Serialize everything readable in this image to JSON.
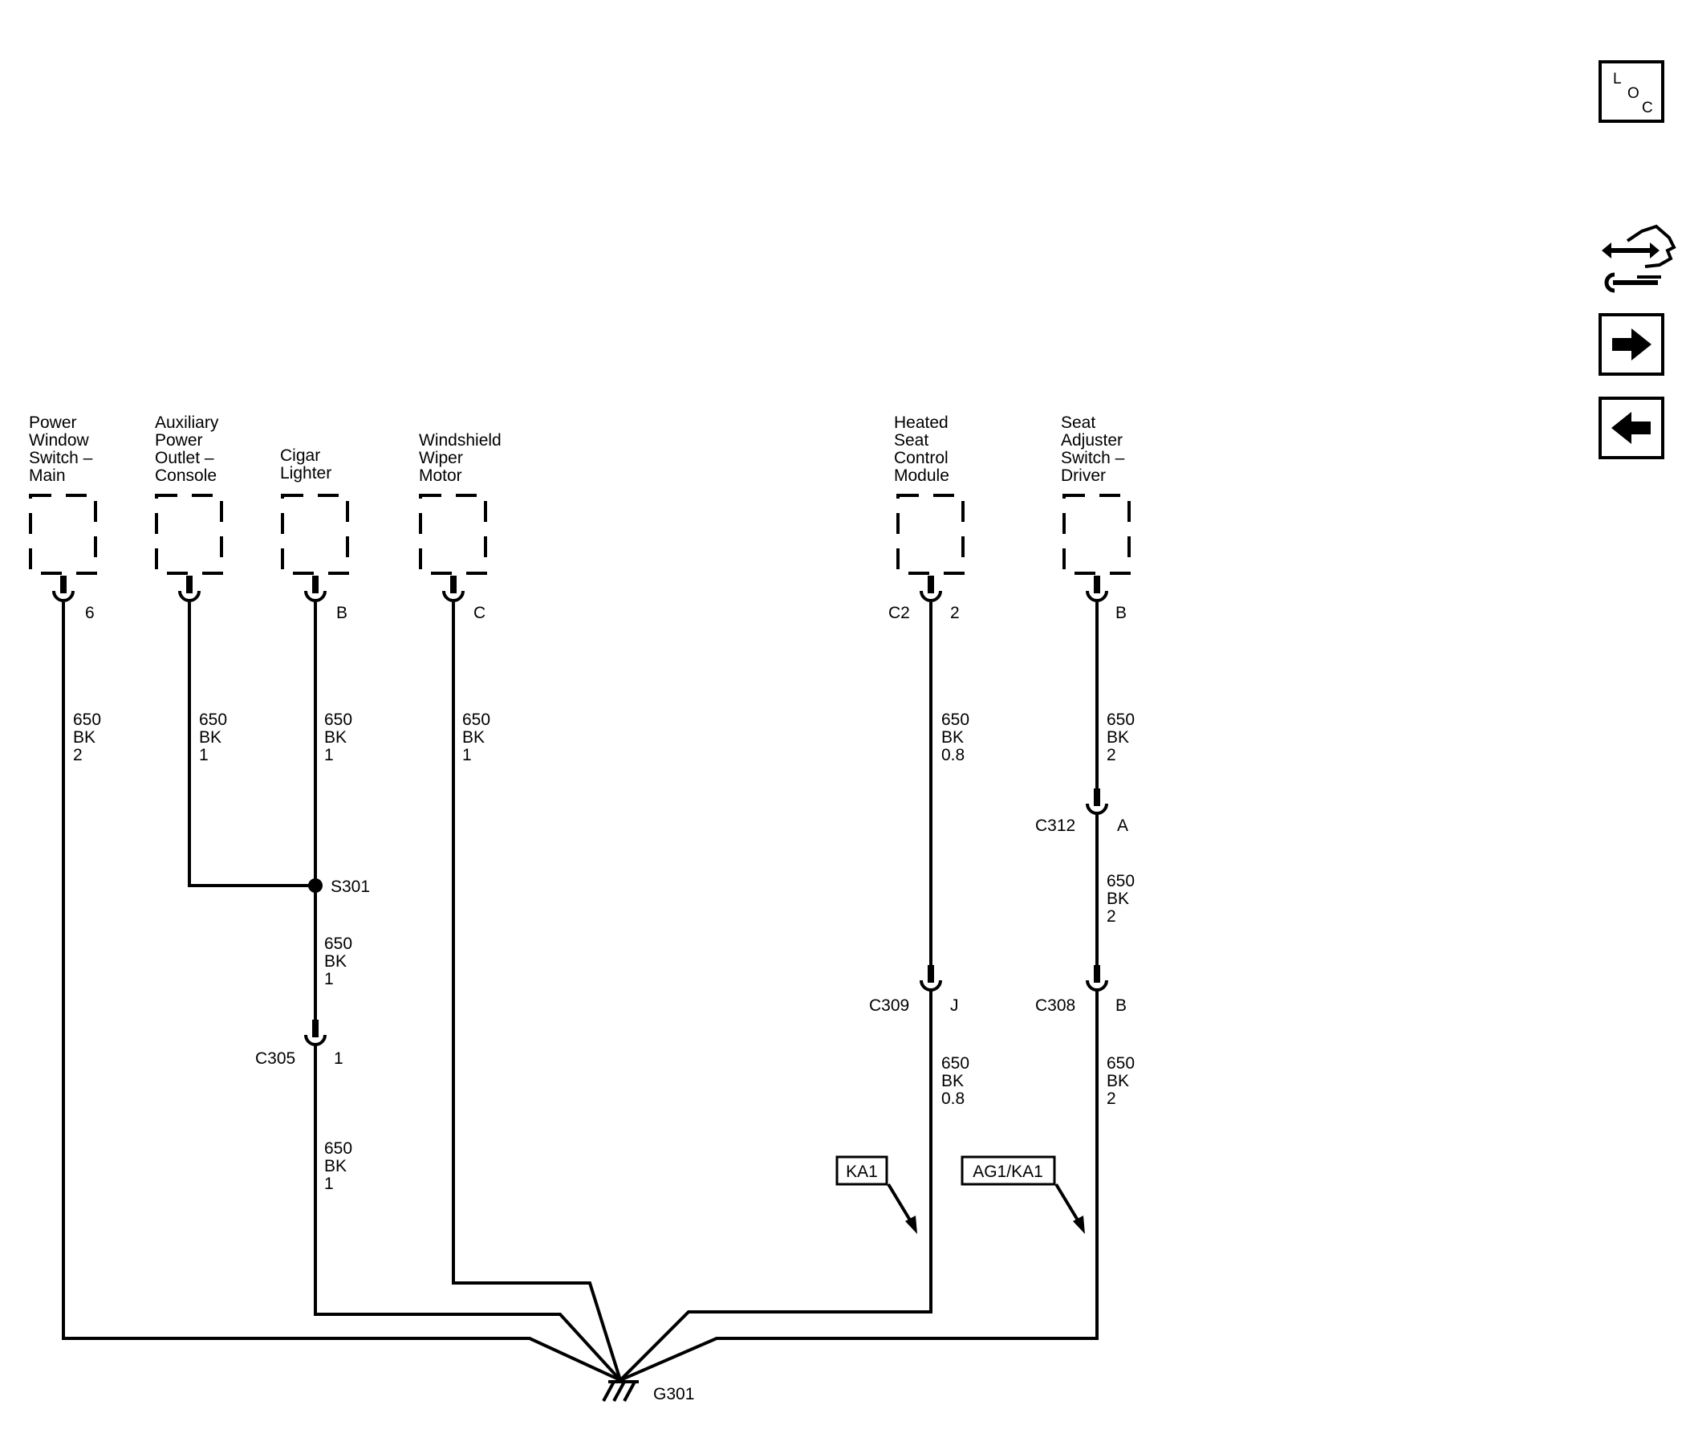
{
  "components": [
    {
      "id": "pws",
      "label": [
        "Power",
        "Window",
        "Switch –",
        "Main"
      ],
      "pin": "6"
    },
    {
      "id": "apo",
      "label": [
        "Auxiliary",
        "Power",
        "Outlet –",
        "Console"
      ],
      "pin": ""
    },
    {
      "id": "cig",
      "label": [
        "Cigar",
        "Lighter"
      ],
      "pin": "B"
    },
    {
      "id": "wwm",
      "label": [
        "Windshield",
        "Wiper",
        "Motor"
      ],
      "pin": "C"
    },
    {
      "id": "hsc",
      "label": [
        "Heated",
        "Seat",
        "Control",
        "Module"
      ],
      "connector": "C2",
      "pin": "2"
    },
    {
      "id": "sad",
      "label": [
        "Seat",
        "Adjuster",
        "Switch –",
        "Driver"
      ],
      "pin": "B"
    }
  ],
  "wire_labels": [
    {
      "id": "w1",
      "lines": [
        "650",
        "BK",
        "2"
      ]
    },
    {
      "id": "w2",
      "lines": [
        "650",
        "BK",
        "1"
      ]
    },
    {
      "id": "w3",
      "lines": [
        "650",
        "BK",
        "1"
      ]
    },
    {
      "id": "w4",
      "lines": [
        "650",
        "BK",
        "1"
      ]
    },
    {
      "id": "w5",
      "lines": [
        "650",
        "BK",
        "0.8"
      ]
    },
    {
      "id": "w6",
      "lines": [
        "650",
        "BK",
        "2"
      ]
    },
    {
      "id": "w7",
      "lines": [
        "650",
        "BK",
        "2"
      ]
    },
    {
      "id": "w8",
      "lines": [
        "650",
        "BK",
        "1"
      ]
    },
    {
      "id": "w9",
      "lines": [
        "650",
        "BK",
        "1"
      ]
    },
    {
      "id": "w10",
      "lines": [
        "650",
        "BK",
        "0.8"
      ]
    },
    {
      "id": "w11",
      "lines": [
        "650",
        "BK",
        "2"
      ]
    }
  ],
  "inline_connectors": [
    {
      "id": "c312",
      "name": "C312",
      "pin": "A"
    },
    {
      "id": "c305",
      "name": "C305",
      "pin": "1"
    },
    {
      "id": "c309",
      "name": "C309",
      "pin": "J"
    },
    {
      "id": "c308",
      "name": "C308",
      "pin": "B"
    }
  ],
  "splice": {
    "name": "S301"
  },
  "ground": {
    "name": "G301"
  },
  "option_tags": [
    {
      "id": "ka1",
      "text": "KA1"
    },
    {
      "id": "ag1ka1",
      "text": "AG1/KA1"
    }
  ],
  "nav_icons": {
    "loc": {
      "l": "L",
      "o": "O",
      "c": "C"
    },
    "items": [
      "loc-icon",
      "harness-icon",
      "forward-arrow-icon",
      "back-arrow-icon"
    ]
  }
}
